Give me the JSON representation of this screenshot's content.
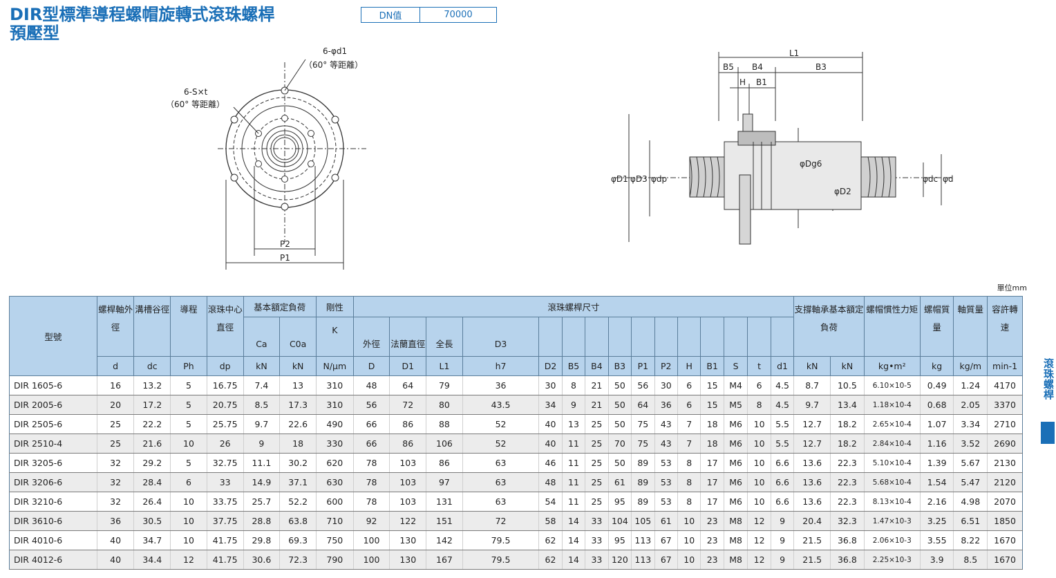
{
  "title": {
    "line1": "DIR型標準導程螺帽旋轉式滾珠螺桿",
    "line2": "預壓型"
  },
  "dn": {
    "label": "DN值",
    "value": "70000"
  },
  "left_drawing": {
    "hole_label": "6-φd1",
    "hole_note": "（60° 等距離）",
    "screw_label": "6-S×t",
    "screw_note": "（60° 等距離）",
    "p2": "P2",
    "p1": "P1"
  },
  "right_drawing": {
    "l1": "L1",
    "b5": "B5",
    "b4": "B4",
    "b3": "B3",
    "h": "H",
    "b1": "B1",
    "d1": "φD1",
    "d3": "φD3",
    "dp": "φdp",
    "dg6": "φDg6",
    "d2": "φD2",
    "dc": "φdc",
    "d": "φd"
  },
  "unit": "單位mm",
  "side_tab": "滾珠螺桿",
  "table": {
    "h_model": "型號",
    "h_d": "螺桿軸外徑",
    "h_dc": "溝槽谷徑",
    "h_ph": "導程",
    "h_dp": "滾珠中心直徑",
    "h_load": "基本額定負荷",
    "h_k": "剛性",
    "h_nut": "滾珠螺桿尺寸",
    "h_support": "支撐軸承基本額定負荷",
    "h_inertia": "螺帽慣性力矩",
    "h_nutmass": "螺帽質量",
    "h_shaftmass": "軸質量",
    "h_speed": "容許轉速",
    "sub_ca": "Ca",
    "sub_c0a": "C0a",
    "sub_k": "K",
    "sub_outer": "外徑",
    "sub_flange": "法蘭直徑",
    "sub_len": "全長",
    "sub_d3": "D3",
    "sym": [
      "d",
      "dc",
      "Ph",
      "dp",
      "kN",
      "kN",
      "N/μm",
      "D",
      "D1",
      "L1",
      "h7",
      "D2",
      "B5",
      "B4",
      "B3",
      "P1",
      "P2",
      "H",
      "B1",
      "S",
      "t",
      "d1",
      "kN",
      "kN",
      "kg•m²",
      "kg",
      "kg/m",
      "min-1"
    ],
    "rows": [
      [
        "DIR 1605-6",
        "16",
        "13.2",
        "5",
        "16.75",
        "7.4",
        "13",
        "310",
        "48",
        "64",
        "79",
        "36",
        "30",
        "8",
        "21",
        "50",
        "56",
        "30",
        "6",
        "15",
        "M4",
        "6",
        "4.5",
        "8.7",
        "10.5",
        "6.10×10-5",
        "0.49",
        "1.24",
        "4170"
      ],
      [
        "DIR 2005-6",
        "20",
        "17.2",
        "5",
        "20.75",
        "8.5",
        "17.3",
        "310",
        "56",
        "72",
        "80",
        "43.5",
        "34",
        "9",
        "21",
        "50",
        "64",
        "36",
        "6",
        "15",
        "M5",
        "8",
        "4.5",
        "9.7",
        "13.4",
        "1.18×10-4",
        "0.68",
        "2.05",
        "3370"
      ],
      [
        "DIR 2505-6",
        "25",
        "22.2",
        "5",
        "25.75",
        "9.7",
        "22.6",
        "490",
        "66",
        "86",
        "88",
        "52",
        "40",
        "13",
        "25",
        "50",
        "75",
        "43",
        "7",
        "18",
        "M6",
        "10",
        "5.5",
        "12.7",
        "18.2",
        "2.65×10-4",
        "1.07",
        "3.34",
        "2710"
      ],
      [
        "DIR 2510-4",
        "25",
        "21.6",
        "10",
        "26",
        "9",
        "18",
        "330",
        "66",
        "86",
        "106",
        "52",
        "40",
        "11",
        "25",
        "70",
        "75",
        "43",
        "7",
        "18",
        "M6",
        "10",
        "5.5",
        "12.7",
        "18.2",
        "2.84×10-4",
        "1.16",
        "3.52",
        "2690"
      ],
      [
        "DIR 3205-6",
        "32",
        "29.2",
        "5",
        "32.75",
        "11.1",
        "30.2",
        "620",
        "78",
        "103",
        "86",
        "63",
        "46",
        "11",
        "25",
        "50",
        "89",
        "53",
        "8",
        "17",
        "M6",
        "10",
        "6.6",
        "13.6",
        "22.3",
        "5.10×10-4",
        "1.39",
        "5.67",
        "2130"
      ],
      [
        "DIR 3206-6",
        "32",
        "28.4",
        "6",
        "33",
        "14.9",
        "37.1",
        "630",
        "78",
        "103",
        "97",
        "63",
        "48",
        "11",
        "25",
        "61",
        "89",
        "53",
        "8",
        "17",
        "M6",
        "10",
        "6.6",
        "13.6",
        "22.3",
        "5.68×10-4",
        "1.54",
        "5.47",
        "2120"
      ],
      [
        "DIR 3210-6",
        "32",
        "26.4",
        "10",
        "33.75",
        "25.7",
        "52.2",
        "600",
        "78",
        "103",
        "131",
        "63",
        "54",
        "11",
        "25",
        "95",
        "89",
        "53",
        "8",
        "17",
        "M6",
        "10",
        "6.6",
        "13.6",
        "22.3",
        "8.13×10-4",
        "2.16",
        "4.98",
        "2070"
      ],
      [
        "DIR 3610-6",
        "36",
        "30.5",
        "10",
        "37.75",
        "28.8",
        "63.8",
        "710",
        "92",
        "122",
        "151",
        "72",
        "58",
        "14",
        "33",
        "104",
        "105",
        "61",
        "10",
        "23",
        "M8",
        "12",
        "9",
        "20.4",
        "32.3",
        "1.47×10-3",
        "3.25",
        "6.51",
        "1850"
      ],
      [
        "DIR 4010-6",
        "40",
        "34.7",
        "10",
        "41.75",
        "29.8",
        "69.3",
        "750",
        "100",
        "130",
        "142",
        "79.5",
        "62",
        "14",
        "33",
        "95",
        "113",
        "67",
        "10",
        "23",
        "M8",
        "12",
        "9",
        "21.5",
        "36.8",
        "2.06×10-3",
        "3.55",
        "8.22",
        "1670"
      ],
      [
        "DIR 4012-6",
        "40",
        "34.4",
        "12",
        "41.75",
        "30.6",
        "72.3",
        "790",
        "100",
        "130",
        "167",
        "79.5",
        "62",
        "14",
        "33",
        "120",
        "113",
        "67",
        "10",
        "23",
        "M8",
        "12",
        "9",
        "21.5",
        "36.8",
        "2.25×10-3",
        "3.9",
        "8.5",
        "1670"
      ]
    ]
  }
}
